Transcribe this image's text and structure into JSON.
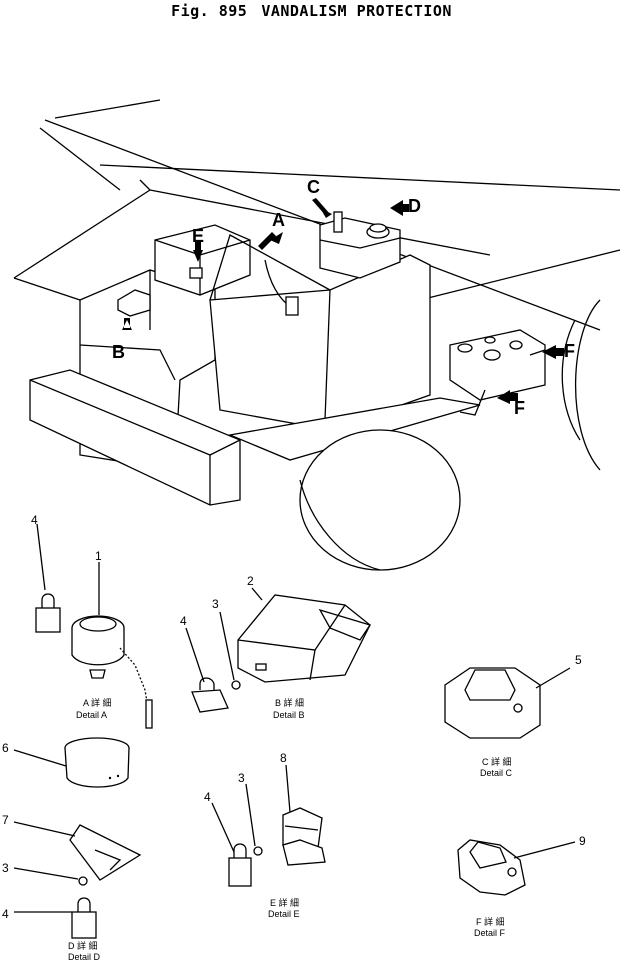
{
  "figure": {
    "number": "Fig. 895",
    "title": "VANDALISM PROTECTION"
  },
  "callouts": [
    "A",
    "B",
    "C",
    "D",
    "E",
    "F",
    "F"
  ],
  "part_numbers": {
    "p1": "1",
    "p2": "2",
    "p3a": "3",
    "p3b": "3",
    "p3c": "3",
    "p4a": "4",
    "p4b": "4",
    "p4c": "4",
    "p4d": "4",
    "p5": "5",
    "p6": "6",
    "p7": "7",
    "p8": "8",
    "p9": "9"
  },
  "details": {
    "a": {
      "jp": "A 詳 細",
      "en": "Detail A"
    },
    "b": {
      "jp": "B 詳 細",
      "en": "Detail B"
    },
    "c": {
      "jp": "C 詳 細",
      "en": "Detail C"
    },
    "d": {
      "jp": "D 詳 細",
      "en": "Detail D"
    },
    "e": {
      "jp": "E 詳 細",
      "en": "Detail E"
    },
    "f": {
      "jp": "F 詳 細",
      "en": "Detail F"
    }
  }
}
